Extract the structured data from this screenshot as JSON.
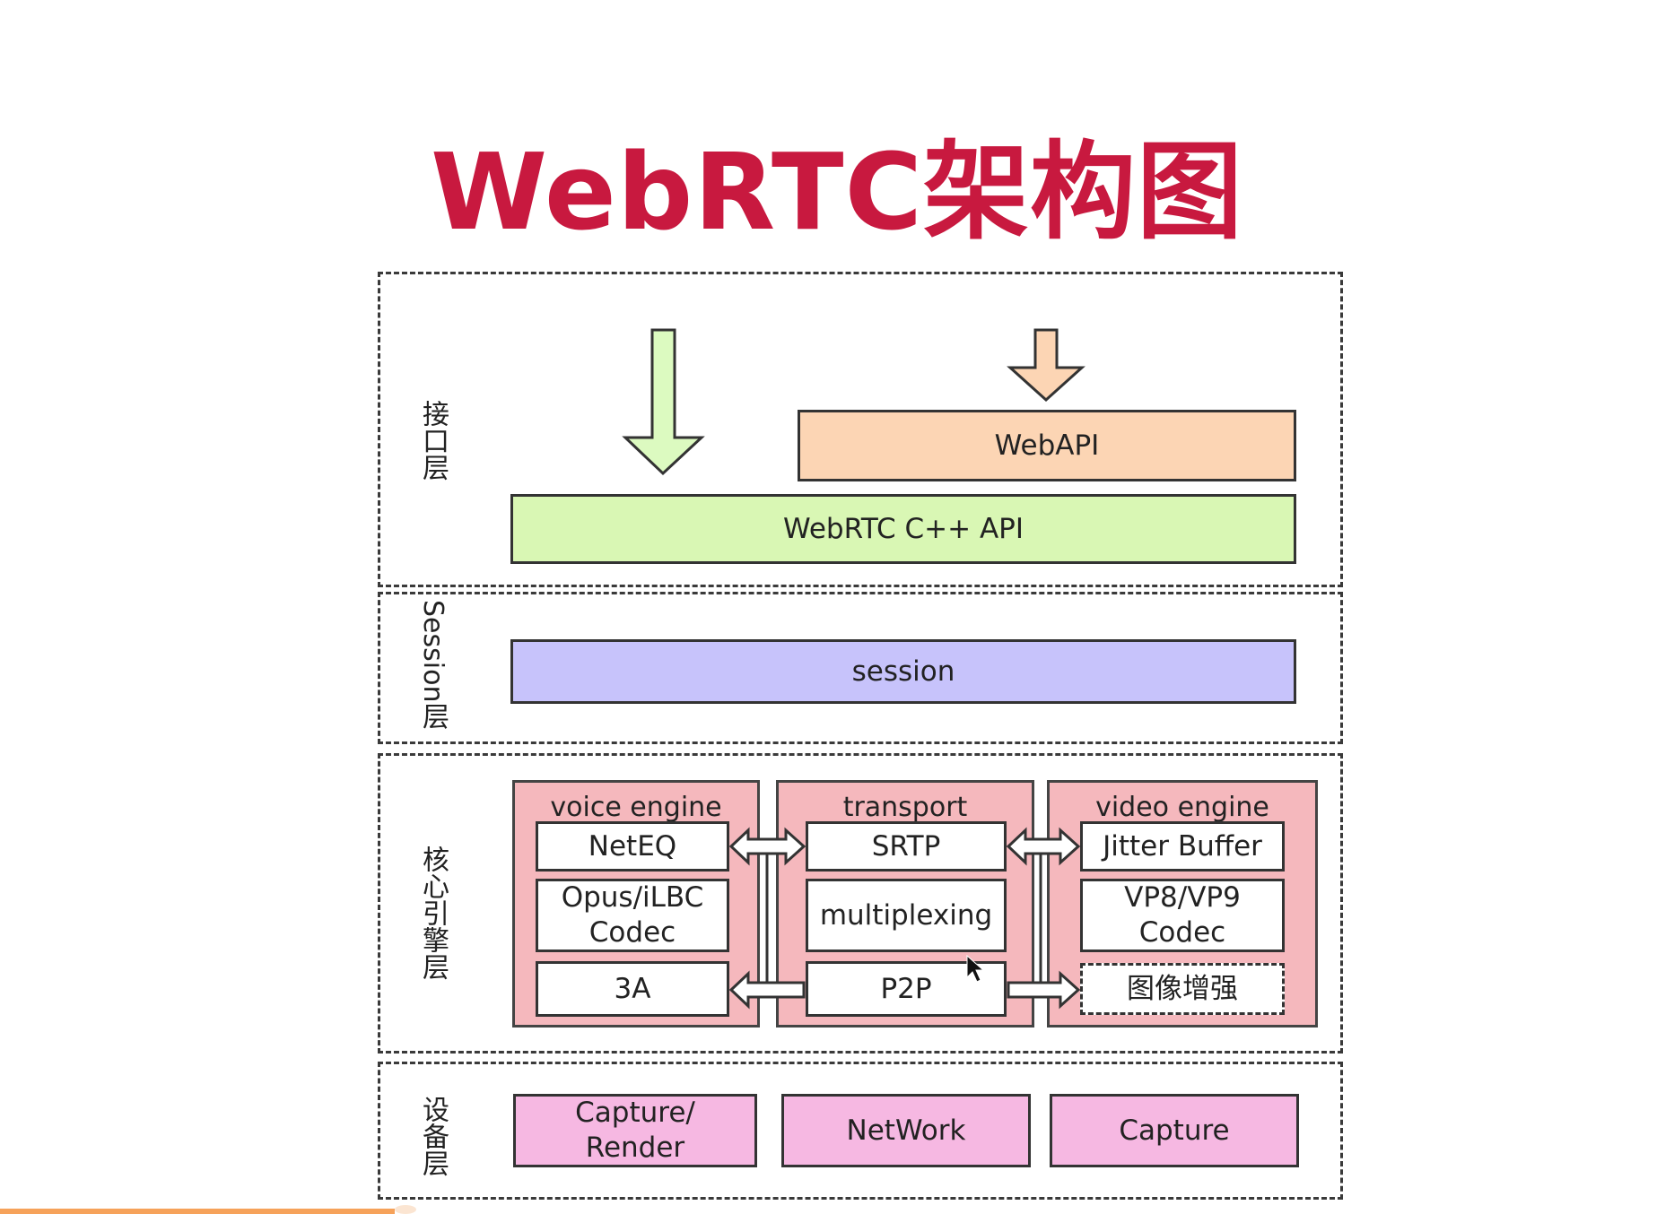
{
  "title": "WebRTC架构图",
  "layers": {
    "interface": "接口层",
    "session": "Session层",
    "core": "核心引擎层",
    "device": "设备层"
  },
  "interface_layer": {
    "webapi": "WebAPI",
    "cpp_api": "WebRTC C++ API"
  },
  "session_layer": {
    "session": "session"
  },
  "core_layer": {
    "voice_engine": {
      "title": "voice engine",
      "items": [
        "NetEQ",
        "Opus/iLBC\nCodec",
        "3A"
      ]
    },
    "transport": {
      "title": "transport",
      "items": [
        "SRTP",
        "multiplexing",
        "P2P"
      ]
    },
    "video_engine": {
      "title": "video engine",
      "items": [
        "Jitter Buffer",
        "VP8/VP9\nCodec",
        "图像增强"
      ]
    }
  },
  "device_layer": {
    "capture_render": "Capture/\nRender",
    "network": "NetWork",
    "capture": "Capture"
  },
  "colors": {
    "title": "#c8193f",
    "webapi": "#fcd5b4",
    "cpp_api": "#d9f7b4",
    "session": "#c7c3fb",
    "engine_bg": "#f5b8bd",
    "device": "#f6b8e2",
    "green_arrow": "#dcfac0",
    "orange_arrow": "#fcd5b4"
  }
}
